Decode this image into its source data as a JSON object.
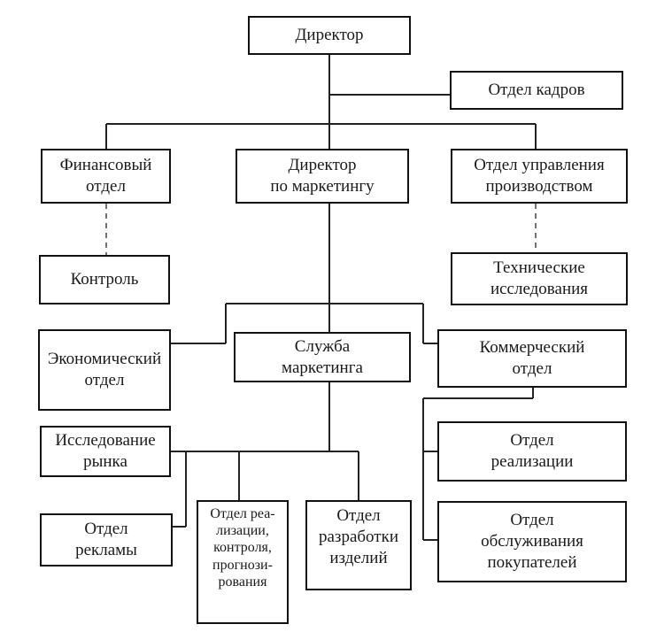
{
  "org_chart": {
    "nodes": {
      "director": "Директор",
      "hr_department": "Отдел кадров",
      "finance_department": "Финансовый\nотдел",
      "marketing_director": "Директор\nпо маркетингу",
      "production_management_department": "Отдел управления\nпроизводством",
      "control": "Контроль",
      "technical_research": "Технические\nисследования",
      "economic_department": "Экономический\nотдел",
      "marketing_service": "Служба\nмаркетинга",
      "commercial_department": "Коммерческий\nотдел",
      "market_research": "Исследование\nрынка",
      "sales_department": "Отдел\nреализации",
      "advertising_department": "Отдел\nрекламы",
      "sales_control_forecast_department": "Отдел реа-\nлизации,\nконтроля,\nпрогнози-\nрования",
      "product_development_department": "Отдел\nразработки\nизделий",
      "customer_service_department": "Отдел\nобслуживания\nпокупателей"
    }
  }
}
